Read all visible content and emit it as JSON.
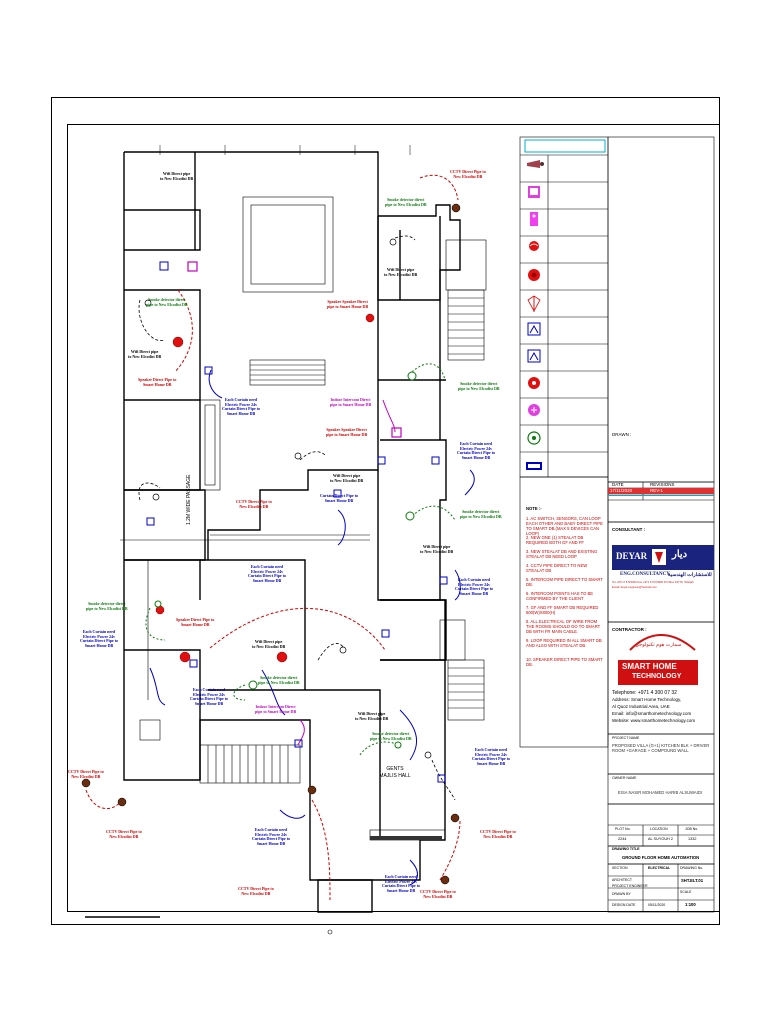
{
  "annotations": [
    {
      "id": "cctv-top",
      "text": "CCTV Direct Pipe to\nNew Elcodist DB",
      "color": "red"
    },
    {
      "id": "wifi-1",
      "text": "Wifi Direct pipe\nto New Elcodist DB",
      "color": "blk"
    },
    {
      "id": "smoke-1",
      "text": "Smoke detector direct\npipe to New Elcodist DB",
      "color": "grn"
    },
    {
      "id": "wifi-2",
      "text": "Wifi Direct pipe\nto New Elcodist DB",
      "color": "blk"
    },
    {
      "id": "smoke-2",
      "text": "Smoke detector direct\npipe to New Elcodist DB",
      "color": "grn"
    },
    {
      "id": "speaker-1",
      "text": "Speaker Speaker Direct\npipe to Smart Home DB",
      "color": "red"
    },
    {
      "id": "wifi-3",
      "text": "Wifi Direct pipe\nto New Elcodist DB",
      "color": "blk"
    },
    {
      "id": "speaker-2",
      "text": "Speaker Direct Pipe to\nSmart Home DB",
      "color": "red"
    },
    {
      "id": "smoke-3",
      "text": "Smoke detector direct\npipe to New Elcodist DB",
      "color": "grn"
    },
    {
      "id": "curtain-1",
      "text": "Each Curtain need\nElectric Power 24v\nCurtain Direct Pipe to\nSmart Home DB",
      "color": "blue"
    },
    {
      "id": "intercom-1",
      "text": "Indoor Intercom Direct\npipe to Smart Home DB",
      "color": "mag"
    },
    {
      "id": "speaker-3",
      "text": "Speaker Speaker Direct\npipe to Smart Home DB",
      "color": "red"
    },
    {
      "id": "curtain-2",
      "text": "Each Curtain need\nElectric Power 24v\nCurtain Direct Pipe to\nSmart Home DB",
      "color": "blue"
    },
    {
      "id": "wifi-4",
      "text": "Wifi Direct pipe\nto New Elcodist DB",
      "color": "blk"
    },
    {
      "id": "curtain-3",
      "text": "Curtain Direct Pipe to\nSmart Home DB",
      "color": "blue"
    },
    {
      "id": "smoke-4",
      "text": "Smoke detector direct\npipe to New Elcodist DB",
      "color": "grn"
    },
    {
      "id": "wifi-5",
      "text": "Wifi Direct pipe\nto New Elcodist DB",
      "color": "blk"
    },
    {
      "id": "cctv-2",
      "text": "CCTV Direct Pipe to\nNew Elcodist DB",
      "color": "red"
    },
    {
      "id": "curtain-4",
      "text": "Each Curtain need\nElectric Power 24v\nCurtain Direct Pipe to\nSmart Home DB",
      "color": "blue"
    },
    {
      "id": "smoke-5",
      "text": "Smoke detector direct\npipe to New Elcodist DB",
      "color": "grn"
    },
    {
      "id": "curtain-5",
      "text": "Each Curtain need\nElectric Power 24v\nCurtain Direct Pipe to\nSmart Home DB",
      "color": "blue"
    },
    {
      "id": "speaker-4",
      "text": "Speaker Direct Pipe to\nSmart Home DB",
      "color": "red"
    },
    {
      "id": "wifi-6",
      "text": "Wifi Direct pipe\nto New Elcodist DB",
      "color": "blk"
    },
    {
      "id": "smoke-6",
      "text": "Smoke detector direct\npipe to New Elcodist DB",
      "color": "grn"
    },
    {
      "id": "curtain-6",
      "text": "Each Curtain need\nElectric Power 24v\nCurtain Direct Pipe to\nSmart Home DB",
      "color": "blue"
    },
    {
      "id": "curtain-7",
      "text": "Each Curtain need\nElectric Power 24v\nCurtain Direct Pipe to\nSmart Home DB",
      "color": "blue"
    },
    {
      "id": "intercom-2",
      "text": "Indoor Intercom Direct\npipe to Smart Home DB",
      "color": "mag"
    },
    {
      "id": "wifi-7",
      "text": "Wifi Direct pipe\nto New Elcodist DB",
      "color": "blk"
    },
    {
      "id": "smoke-7",
      "text": "Smoke detector direct\npipe to New Elcodist DB",
      "color": "grn"
    },
    {
      "id": "curtain-8",
      "text": "Each Curtain need\nElectric Power 24v\nCurtain Direct Pipe to\nSmart Home DB",
      "color": "blue"
    },
    {
      "id": "cctv-3",
      "text": "CCTV Direct Pipe to\nNew Elcodist DB",
      "color": "red"
    },
    {
      "id": "cctv-4",
      "text": "CCTV Direct Pipe to\nNew Elcodist DB",
      "color": "red"
    },
    {
      "id": "curtain-9",
      "text": "Each Curtain need\nElectric Power 24v\nCurtain Direct Pipe to\nSmart Home DB",
      "color": "blue"
    },
    {
      "id": "cctv-5",
      "text": "CCTV Direct Pipe to\nNew Elcodist DB",
      "color": "red"
    },
    {
      "id": "curtain-10",
      "text": "Each Curtain need\nElectric Power 24v\nCurtain Direct Pipe to\nSmart Home DB",
      "color": "blue"
    },
    {
      "id": "cctv-6",
      "text": "CCTV Direct Pipe to\nNew Elcodist DB",
      "color": "red"
    },
    {
      "id": "cctv-7",
      "text": "CCTV Direct Pipe to\nNew Elcodist DB",
      "color": "red"
    }
  ],
  "room_labels": {
    "passage": "1.2M WIDE PASSAGE",
    "majlis_1": "GENTS",
    "majlis_2": "MAJLIS HALL"
  },
  "title_block": {
    "drawn_label": "DRAWN :",
    "date_label": "DATE",
    "revisions_label": "REVISIONS",
    "date_value": "17/11/2020",
    "rev_value": "REV-1",
    "notes_title": "NOTE :-",
    "notes": [
      "1. AC SWITCH, SENSORS, CAN LOOP EACH OTHER AND BABY DIRECT PIPE TO SMART DB.(MAX 5 DEVICES CAN LOOP)",
      "2. NEW ONE (1) STEALAT DB REQUIRED BOTH GF AND FF",
      "3. NEW STEALAT DB AND EXISTING STEALAT DB NEED LOOP",
      "4. CCTV PIPE DIRECT TO NEW STEALAT DB",
      "5. INTERCOM PIPE DIRECT TO SMART DB.",
      "6. INTERCOM POINTS HAS TO BE CONFIRMED BY THE CLIENT",
      "7. GF AND FF SMART DB REQUIRED 600(W)X800(H)",
      "8. ALL ELECTRICAL OF WIRE FROM THE ROOMS SHOULD GO TO SMART DB WITH FR MAIN CABLE.",
      "9. LOOP REQUIRED IN ALL SMART DB AND ALSO WITH STEALAT DB.",
      "10. SPEAKER DIRECT PIPE TO SMART DB."
    ],
    "consultant_label": "CONSULTANT :",
    "consultant_name": "DEYAR",
    "consultant_arabic": "ديار",
    "consultant_sub": "ENG.CONSULTANCY",
    "consultant_arabic_sub": "للاستشارات الهندسية",
    "consultant_contact": "Tel +971 6 5723300 Fax +971 6 5723900 P.O.Box 23770, Sharjah",
    "consultant_email": "Email: deyar.engineer@hotmail.com",
    "contractor_label": "CONTRACTOR :",
    "contractor_arabic": "سمارت هوم تكنولوجي",
    "contractor_name_1": "SMART HOME",
    "contractor_name_2": "TECHNOLOGY",
    "contractor_phone": "Telephone: +971 4 300 07 32",
    "contractor_address_1": "Address: Smart Home Technology,",
    "contractor_address_2": "Al Quoz Industrial Area, UAE",
    "contractor_email": "Email: info@smarthometechnology.com",
    "contractor_web": "Website: www.smarthometechnology.com",
    "project_label": "PROJECT NAME",
    "project_name": "PROPOSED VILLA (G+1) KITCHEN BLK + DRIVER ROOM +GARAGE + COMPOUND WALL",
    "owner_label": "OWNER NAME",
    "owner_name": "EISA NASIR MOHAMED HARIB ALSUWAIDI",
    "plot_label": "PLOT No.",
    "location_label": "LOCATION",
    "job_label": "JOB No.",
    "plot_value": "2244",
    "location_value": "AL SUYOUH 2",
    "job_value": "1332",
    "drawing_title_label": "DRAWING TITLE",
    "drawing_title": "GROUND FLOOR HOME AUTOMATION",
    "section_label": "SECTION",
    "section_value": "ELECTRICAL",
    "drawing_no_label": "DRAWING No.",
    "architect_label": "ARCHITECT",
    "drawing_no": "SHT.ELT.01",
    "project_engineer_label": "PROJECT ENGINEER",
    "scale_label": "SCALE",
    "drawn_by_label": "DRAWN BY",
    "scale_value": "1:100",
    "design_date_label": "DESIGN DATE",
    "design_date_value": "05/11/2020"
  },
  "legend_icons": [
    "cctv-camera-icon",
    "intercom-screen-icon",
    "door-phone-icon",
    "wifi-access-point-icon",
    "speaker-icon",
    "curtain-motor-icon",
    "ac-sensor-icon",
    "smoke-detector-icon",
    "motion-sensor-icon",
    "gas-detector-icon",
    "ac-switch-icon",
    "smart-db-icon"
  ],
  "colors": {
    "red": "#d00000",
    "blue": "#0000c0",
    "magenta": "#c000c0",
    "green": "#0a7a0a",
    "cyan": "#00b0c8",
    "brand": "#d01010"
  }
}
